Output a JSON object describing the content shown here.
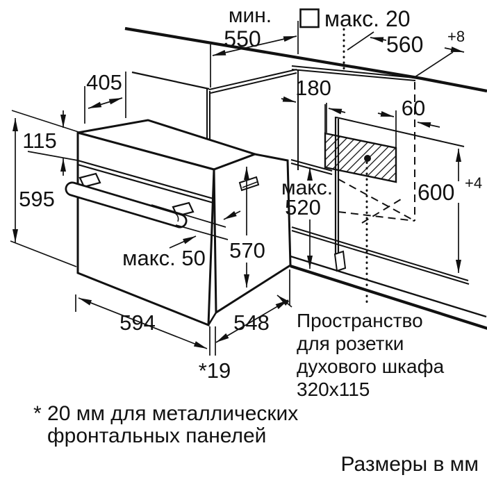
{
  "colors": {
    "ink": "#111111",
    "paper": "#ffffff"
  },
  "top": {
    "min_label": "мин.",
    "worktop_depth": "550",
    "overhang_label": "макс. 20",
    "niche_width": "560",
    "niche_width_tol": "+8"
  },
  "left": {
    "top_depth": "405",
    "panel_height": "115",
    "oven_height": "595"
  },
  "niche": {
    "socket_offset_left": "180",
    "socket_offset_right": "60",
    "max_label": "макс.",
    "max_depth": "520",
    "niche_height": "600",
    "niche_height_tol": "+4"
  },
  "oven": {
    "handle_protrusion": "макс. 50",
    "body_depth": "570",
    "front_width": "594",
    "body_width": "548",
    "door_thickness": "*19"
  },
  "socket_note": {
    "line1": "Пространство",
    "line2": "для розетки",
    "line3": "духового шкафа",
    "line4": "320x115"
  },
  "footnote": {
    "line1": "* 20 мм для металлических",
    "line2": "фронтальных панелей"
  },
  "units_label": "Размеры в мм"
}
